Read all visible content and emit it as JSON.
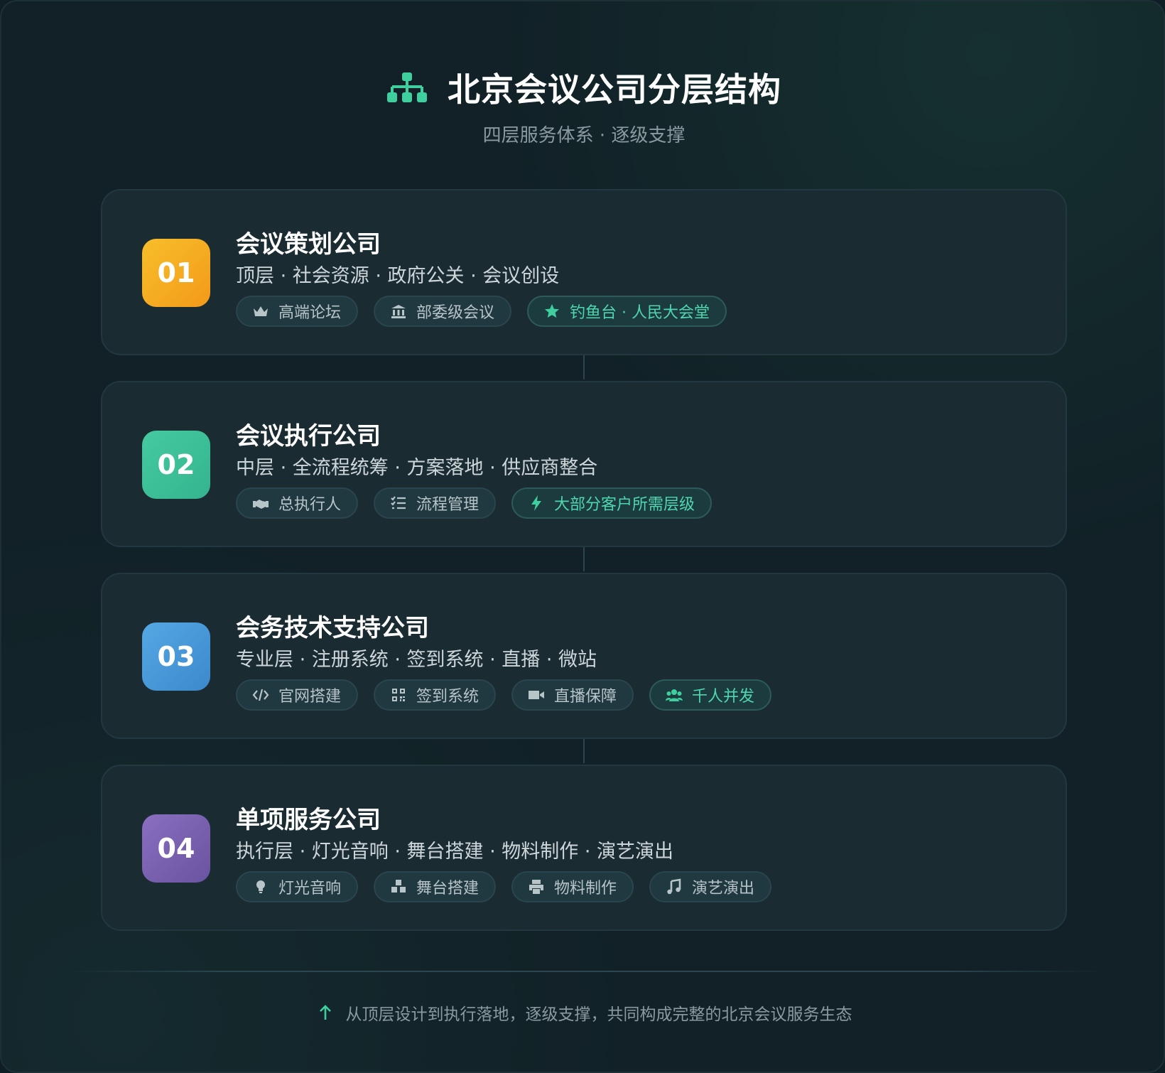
{
  "header": {
    "title": "北京会议公司分层结构",
    "subtitle": "四层服务体系 · 逐级支撑",
    "icon": "sitemap-icon"
  },
  "colors": {
    "accent": "#3fcf9f",
    "badge_01": "#f3a81f",
    "badge_02": "#3bbf98",
    "badge_03": "#4596d8",
    "badge_04": "#7b62b0"
  },
  "layers": [
    {
      "number": "01",
      "title": "会议策划公司",
      "description": "顶层 · 社会资源 · 政府公关 · 会议创设",
      "tags": [
        {
          "label": "高端论坛",
          "icon": "crown-icon"
        },
        {
          "label": "部委级会议",
          "icon": "landmark-icon"
        },
        {
          "label": "钓鱼台 · 人民大会堂",
          "icon": "star-icon"
        }
      ]
    },
    {
      "number": "02",
      "title": "会议执行公司",
      "description": "中层 · 全流程统筹 · 方案落地 · 供应商整合",
      "tags": [
        {
          "label": "总执行人",
          "icon": "handshake-icon"
        },
        {
          "label": "流程管理",
          "icon": "list-check-icon"
        },
        {
          "label": "大部分客户所需层级",
          "icon": "bolt-icon"
        }
      ]
    },
    {
      "number": "03",
      "title": "会务技术支持公司",
      "description": "专业层 · 注册系统 · 签到系统 · 直播 · 微站",
      "tags": [
        {
          "label": "官网搭建",
          "icon": "code-icon"
        },
        {
          "label": "签到系统",
          "icon": "qrcode-icon"
        },
        {
          "label": "直播保障",
          "icon": "video-icon"
        },
        {
          "label": "千人并发",
          "icon": "users-icon"
        }
      ]
    },
    {
      "number": "04",
      "title": "单项服务公司",
      "description": "执行层 · 灯光音响 · 舞台搭建 · 物料制作 · 演艺演出",
      "tags": [
        {
          "label": "灯光音响",
          "icon": "lightbulb-icon"
        },
        {
          "label": "舞台搭建",
          "icon": "cubes-icon"
        },
        {
          "label": "物料制作",
          "icon": "print-icon"
        },
        {
          "label": "演艺演出",
          "icon": "music-icon"
        }
      ]
    }
  ],
  "footer": {
    "text": "从顶层设计到执行落地，逐级支撑，共同构成完整的北京会议服务生态",
    "icon": "arrow-up-icon"
  }
}
